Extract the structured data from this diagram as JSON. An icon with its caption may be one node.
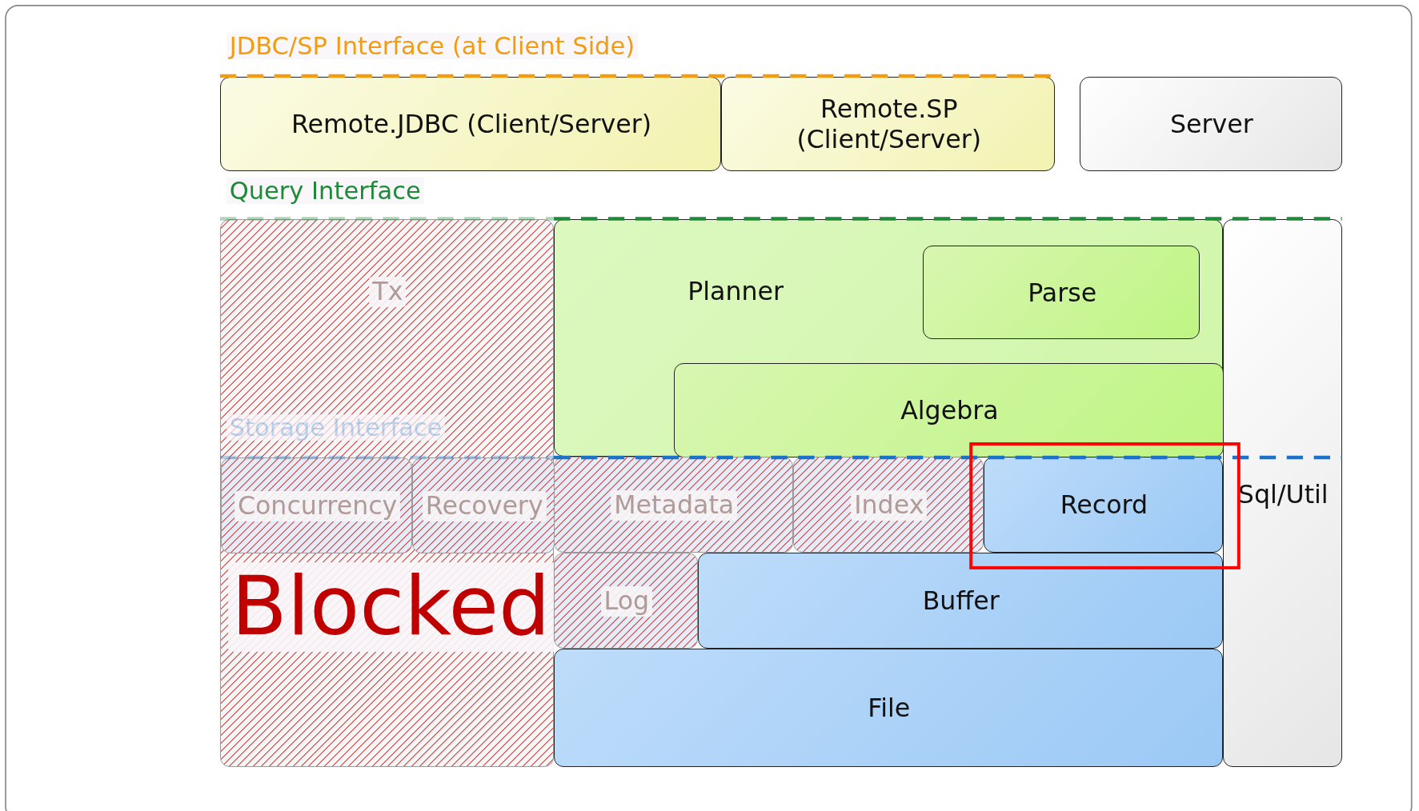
{
  "diagram": {
    "nodes": [
      {
        "text": [
          "Remote.JDBC (Client/Server)"
        ]
      },
      {
        "text": [
          "Remote.SP (Client/Server)"
        ]
      },
      {
        "text": [
          "Server"
        ]
      },
      {
        "text": [
          "Tx"
        ]
      },
      {
        "text": [
          "Planner"
        ]
      },
      {
        "text": [
          "Parse"
        ],
        "in": 4
      },
      {
        "text": [
          "Algebra"
        ],
        "in": 4
      },
      {
        "text": [
          "Sql/Util"
        ]
      },
      {
        "text": [
          "Concurrency"
        ],
        "in": 3
      },
      {
        "text": [
          "Recovery"
        ],
        "in": 3
      },
      {
        "text": [
          "Metadata"
        ]
      },
      {
        "text": [
          "Index"
        ]
      },
      {
        "text": [
          "Record"
        ]
      },
      {
        "text": [
          "Log"
        ]
      },
      {
        "text": [
          "Buffer"
        ]
      },
      {
        "text": [
          "File"
        ]
      }
    ],
    "edges": [],
    "labels": [
      "JDBC/SP Interface (at Client Side)",
      "Query Interface",
      "Storage Interface",
      "Blocked"
    ]
  }
}
